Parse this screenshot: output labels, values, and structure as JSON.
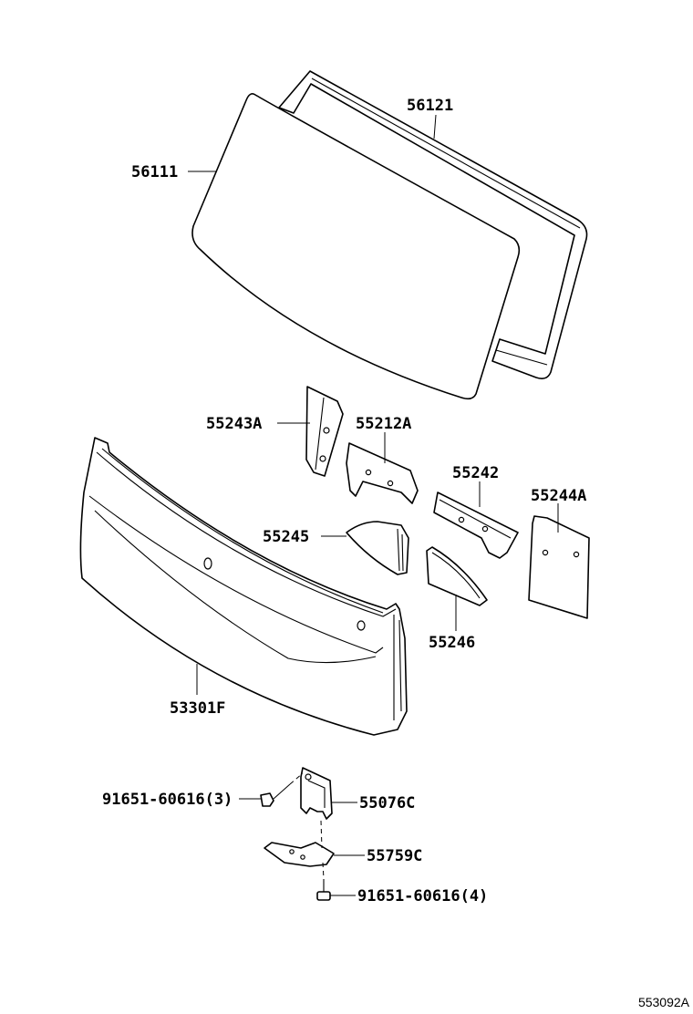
{
  "labels": {
    "p56121": "56121",
    "p56111": "56111",
    "p55243A": "55243A",
    "p55212A": "55212A",
    "p55242": "55242",
    "p55244A": "55244A",
    "p55245": "55245",
    "p55246": "55246",
    "p53301F": "53301F",
    "p91651_3": "91651-60616(3)",
    "p55076C": "55076C",
    "p55759C": "55759C",
    "p91651_4": "91651-60616(4)"
  },
  "reference_code": "553092A"
}
